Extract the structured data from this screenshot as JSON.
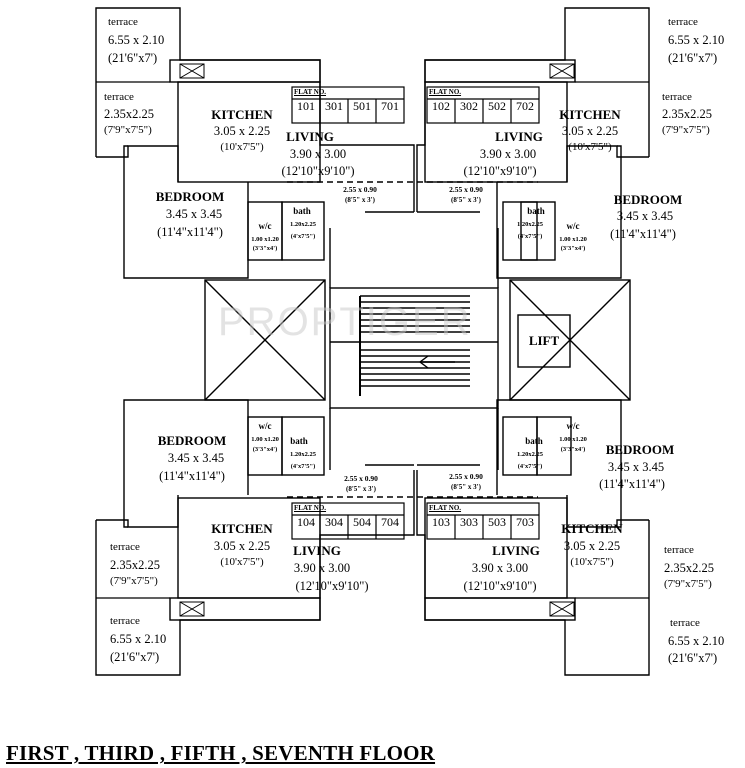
{
  "floor_title": "FIRST  , THIRD , FIFTH , SEVENTH FLOOR",
  "watermark": "PROPTIGER",
  "common": {
    "lift": "LIFT",
    "passage_dim": "2.55 x 0.90",
    "passage_ft": "(8'5\" x 3')"
  },
  "flats": [
    {
      "flat_label": "FLAT NO.",
      "flat_numbers": [
        "101",
        "301",
        "501",
        "701"
      ],
      "terrace_big": {
        "name": "terrace",
        "dim": "6.55 x 2.10",
        "ft": "(21'6\"x7')"
      },
      "terrace_small": {
        "name": "terrace",
        "dim": "2.35x2.25",
        "ft": "(7'9\"x7'5\")"
      },
      "kitchen": {
        "name": "KITCHEN",
        "dim": "3.05 x 2.25",
        "ft": "(10'x7'5\")"
      },
      "living": {
        "name": "LIVING",
        "dim": "3.90 x 3.00",
        "ft": "(12'10\"x9'10\")"
      },
      "bedroom": {
        "name": "BEDROOM",
        "dim": "3.45 x 3.45",
        "ft": "(11'4\"x11'4\")"
      },
      "wc": {
        "name": "w/c",
        "dim": "1.00 x1.20",
        "ft": "(3'3\"x4')"
      },
      "bath": {
        "name": "bath",
        "dim": "1.20x2.25",
        "ft": "(4'x7'5\")"
      }
    },
    {
      "flat_label": "FLAT NO.",
      "flat_numbers": [
        "102",
        "302",
        "502",
        "702"
      ],
      "terrace_big": {
        "name": "terrace",
        "dim": "6.55 x 2.10",
        "ft": "(21'6\"x7')"
      },
      "terrace_small": {
        "name": "terrace",
        "dim": "2.35x2.25",
        "ft": "(7'9\"x7'5\")"
      },
      "kitchen": {
        "name": "KITCHEN",
        "dim": "3.05 x 2.25",
        "ft": "(10'x7'5\")"
      },
      "living": {
        "name": "LIVING",
        "dim": "3.90 x 3.00",
        "ft": "(12'10\"x9'10\")"
      },
      "bedroom": {
        "name": "BEDROOM",
        "dim": "3.45 x 3.45",
        "ft": "(11'4\"x11'4\")"
      },
      "wc": {
        "name": "w/c",
        "dim": "1.00 x1.20",
        "ft": "(3'3\"x4')"
      },
      "bath": {
        "name": "bath",
        "dim": "1.20x2.25",
        "ft": "(4'x7'5\")"
      }
    },
    {
      "flat_label": "FLAT NO.",
      "flat_numbers": [
        "104",
        "304",
        "504",
        "704"
      ],
      "terrace_big": {
        "name": "terrace",
        "dim": "6.55 x 2.10",
        "ft": "(21'6\"x7')"
      },
      "terrace_small": {
        "name": "terrace",
        "dim": "2.35x2.25",
        "ft": "(7'9\"x7'5\")"
      },
      "kitchen": {
        "name": "KITCHEN",
        "dim": "3.05 x 2.25",
        "ft": "(10'x7'5\")"
      },
      "living": {
        "name": "LIVING",
        "dim": "3.90 x 3.00",
        "ft": "(12'10\"x9'10\")"
      },
      "bedroom": {
        "name": "BEDROOM",
        "dim": "3.45 x 3.45",
        "ft": "(11'4\"x11'4\")"
      },
      "wc": {
        "name": "w/c",
        "dim": "1.00 x1.20",
        "ft": "(3'3\"x4')"
      },
      "bath": {
        "name": "bath",
        "dim": "1.20x2.25",
        "ft": "(4'x7'5\")"
      }
    },
    {
      "flat_label": "FLAT NO.",
      "flat_numbers": [
        "103",
        "303",
        "503",
        "703"
      ],
      "terrace_big": {
        "name": "terrace",
        "dim": "6.55 x 2.10",
        "ft": "(21'6\"x7')"
      },
      "terrace_small": {
        "name": "terrace",
        "dim": "2.35x2.25",
        "ft": "(7'9\"x7'5\")"
      },
      "kitchen": {
        "name": "KITCHEN",
        "dim": "3.05 x 2.25",
        "ft": "(10'x7'5\")"
      },
      "living": {
        "name": "LIVING",
        "dim": "3.90 x 3.00",
        "ft": "(12'10\"x9'10\")"
      },
      "bedroom": {
        "name": "BEDROOM",
        "dim": "3.45 x 3.45",
        "ft": "(11'4\"x11'4\")"
      },
      "wc": {
        "name": "w/c",
        "dim": "1.00 x1.20",
        "ft": "(3'3\"x4')"
      },
      "bath": {
        "name": "bath",
        "dim": "1.20x2.25",
        "ft": "(4'x7'5\")"
      }
    }
  ]
}
